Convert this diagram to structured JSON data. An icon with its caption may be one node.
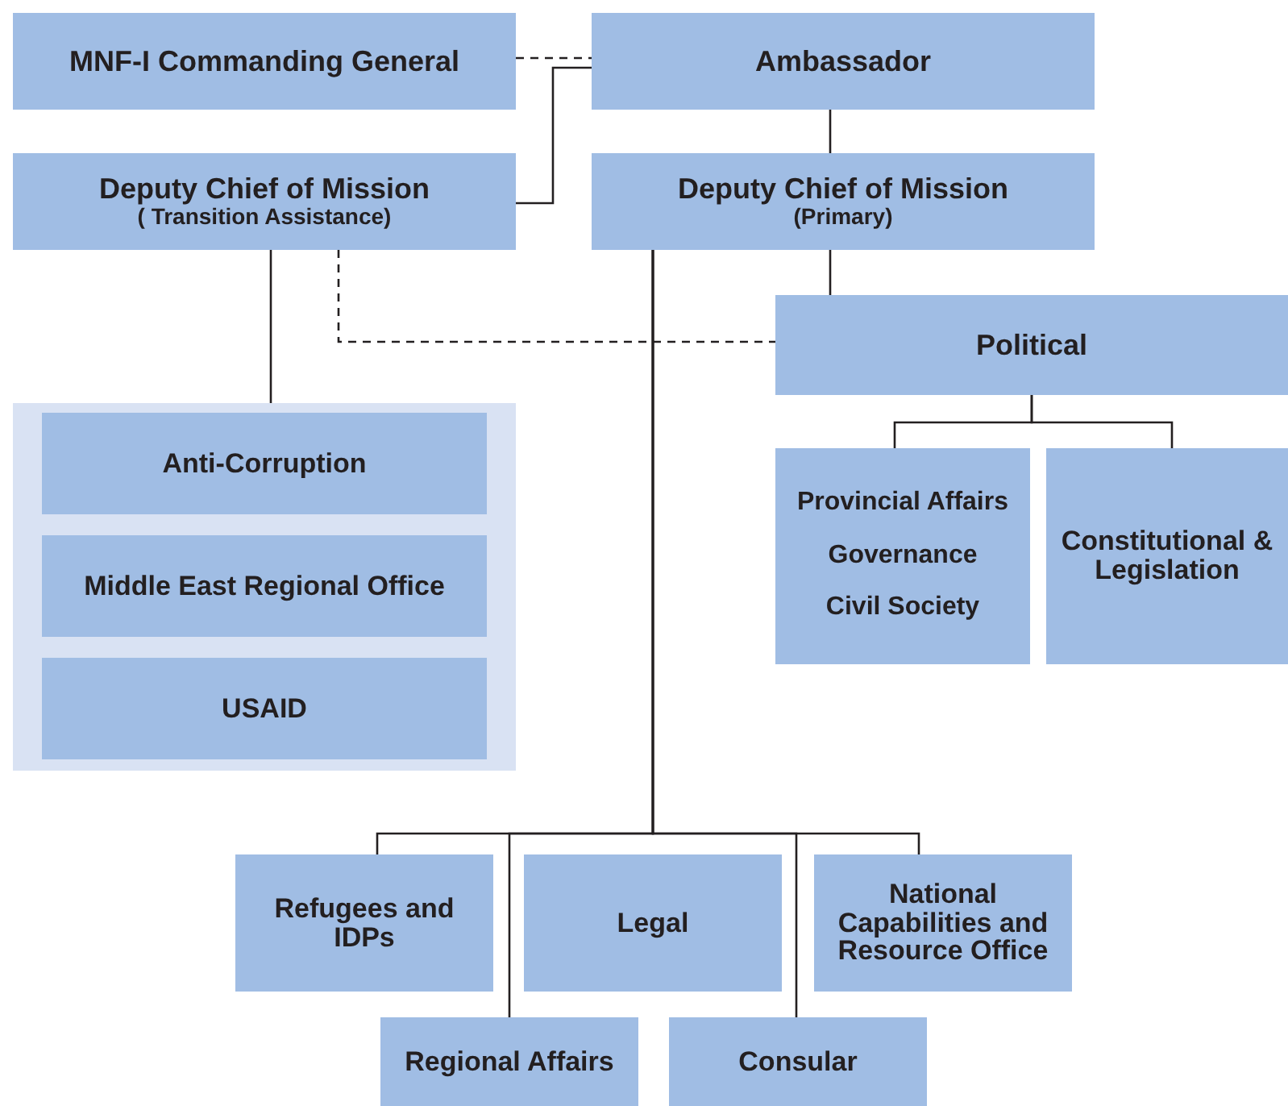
{
  "diagram": {
    "nodes": [
      {
        "text": [
          "MNF-I Commanding General"
        ]
      },
      {
        "text": [
          "Ambassador"
        ]
      },
      {
        "text": [
          "Deputy Chief of Mission",
          "( Transition Assistance)"
        ]
      },
      {
        "text": [
          "Deputy Chief of Mission",
          "(Primary)"
        ]
      },
      {
        "text": [
          "Political"
        ]
      },
      {
        "text": [
          "Provincial Affairs",
          "Governance",
          "Civil Society"
        ]
      },
      {
        "text": [
          "Constitutional & Legislation"
        ]
      },
      {
        "text": [],
        "shape": "box"
      },
      {
        "text": [
          "Anti-Corruption"
        ],
        "in": 7
      },
      {
        "text": [
          "Middle East Regional Office"
        ],
        "in": 7
      },
      {
        "text": [
          "USAID"
        ],
        "in": 7
      },
      {
        "text": [
          "Refugees and IDPs"
        ]
      },
      {
        "text": [
          "Legal"
        ]
      },
      {
        "text": [
          "National Capabilities and Resource Office"
        ]
      },
      {
        "text": [
          "Regional Affairs"
        ]
      },
      {
        "text": [
          "Consular"
        ]
      }
    ],
    "edges": [
      {
        "from": 0,
        "to": 1,
        "arrow": "none",
        "style": "dashed"
      },
      {
        "from": 1,
        "to": 2,
        "arrow": "none"
      },
      {
        "from": 1,
        "to": 3,
        "arrow": "none"
      },
      {
        "from": 3,
        "to": 4,
        "arrow": "none"
      },
      {
        "from": 2,
        "to": 4,
        "arrow": "none",
        "style": "dashed"
      },
      {
        "from": 2,
        "to": 7,
        "arrow": "none"
      },
      {
        "from": 4,
        "to": 5,
        "arrow": "none"
      },
      {
        "from": 4,
        "to": 6,
        "arrow": "none"
      },
      {
        "from": 3,
        "to": 11,
        "arrow": "none"
      },
      {
        "from": 3,
        "to": 14,
        "arrow": "none"
      },
      {
        "from": 3,
        "to": 15,
        "arrow": "none"
      },
      {
        "from": 3,
        "to": 13,
        "arrow": "none"
      }
    ]
  }
}
